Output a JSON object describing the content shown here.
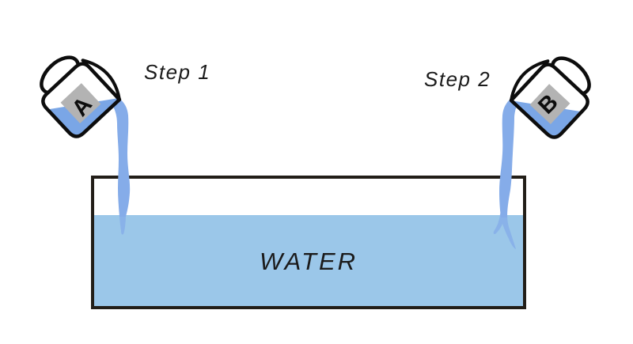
{
  "steps": {
    "step1": "Step 1",
    "step2": "Step 2"
  },
  "tank": {
    "label": "WATER"
  },
  "cups": {
    "a": {
      "label": "A"
    },
    "b": {
      "label": "B"
    }
  },
  "colors": {
    "background": "#ffffff",
    "outline": "#0d0d0d",
    "tank_outline": "#221e18",
    "stream_blue": "#85ace9",
    "cup_liquid_blue": "#7aa6e6",
    "tank_water_blue": "#9bc7e9",
    "label_gray": "#b3b3b3",
    "text": "#1b1b1b"
  }
}
